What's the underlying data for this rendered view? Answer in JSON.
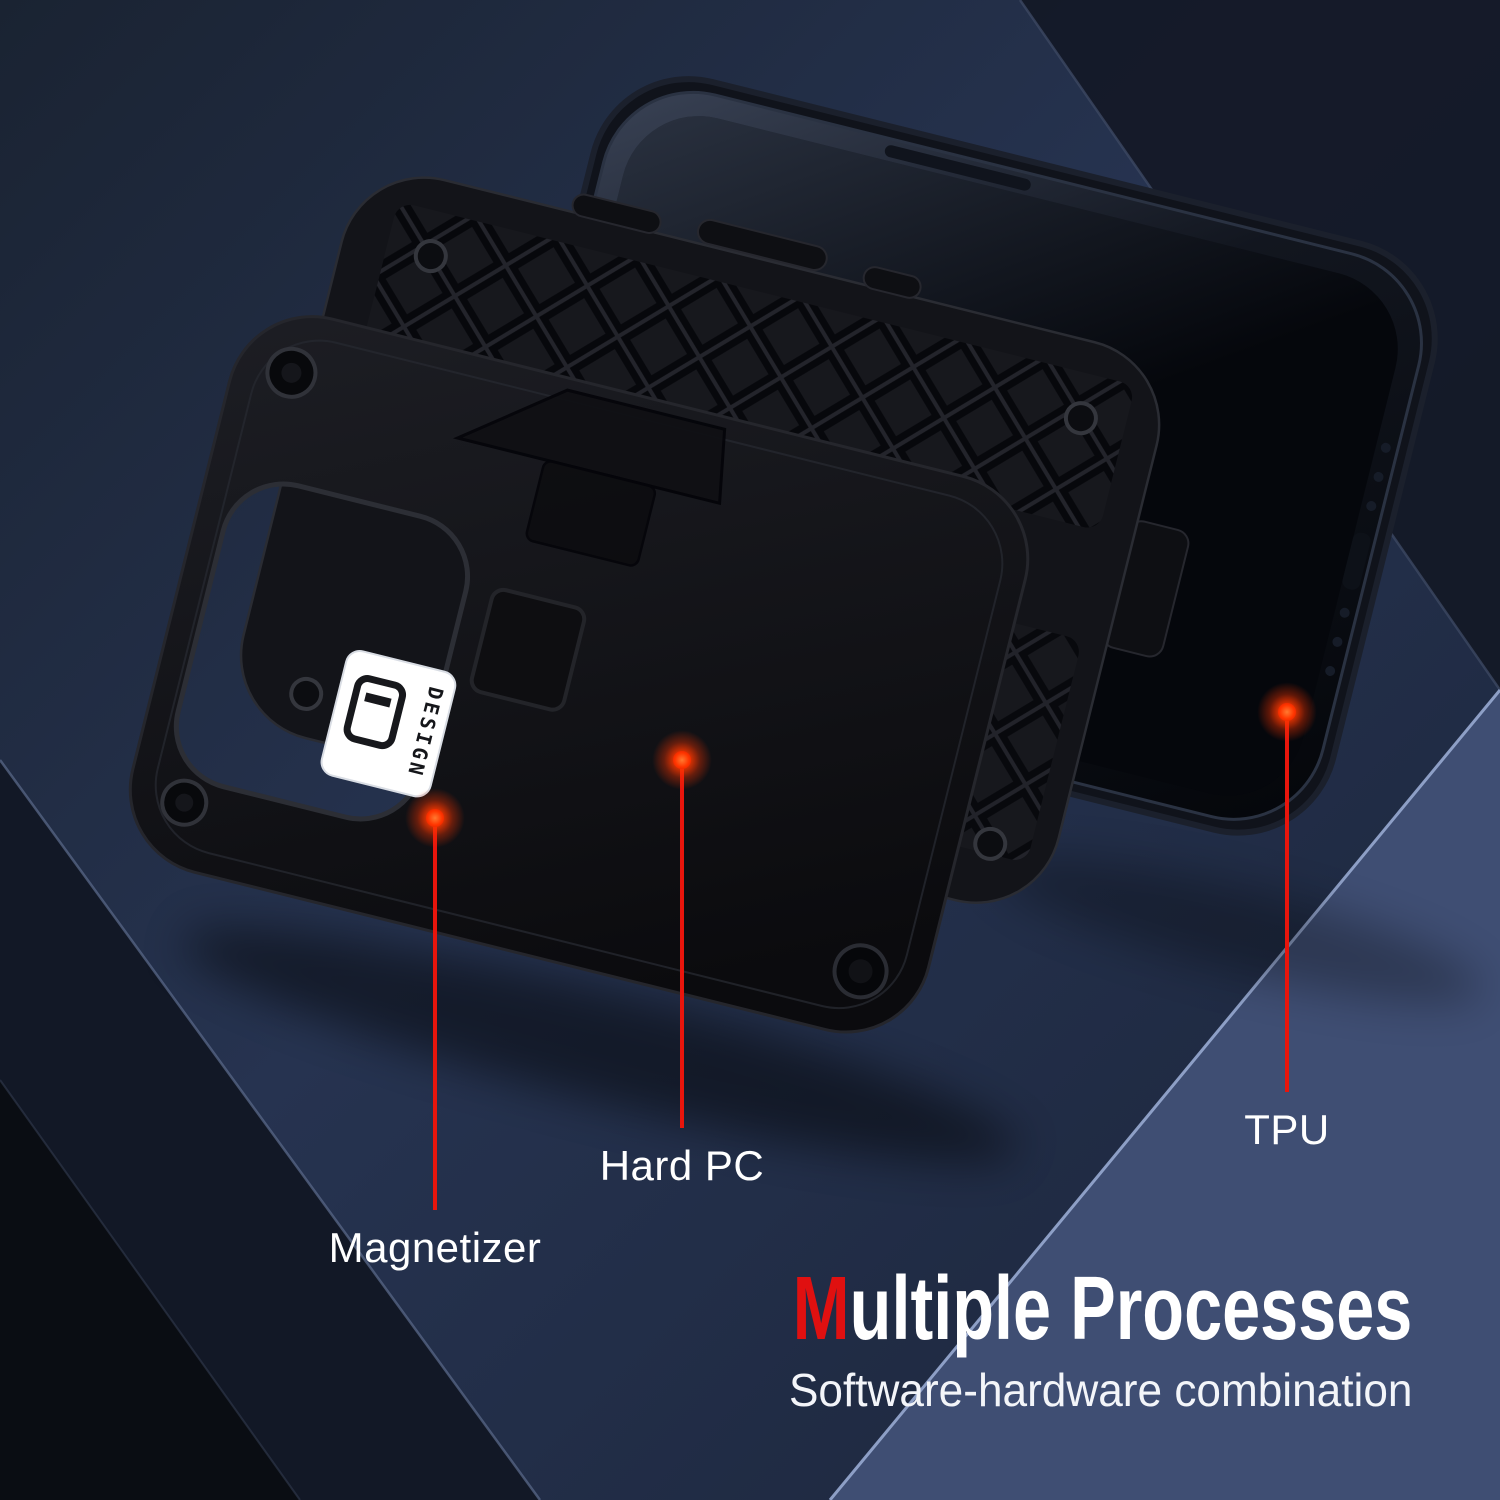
{
  "callouts": {
    "magnetizer": {
      "label": "Magnetizer",
      "icon": "glow-marker-icon"
    },
    "hard_pc": {
      "label": "Hard PC",
      "icon": "glow-marker-icon"
    },
    "tpu": {
      "label": "TPU",
      "icon": "glow-marker-icon"
    }
  },
  "badge": {
    "text": "DESIGN",
    "icon": "case-logo-icon"
  },
  "heading": {
    "title_first_letter": "M",
    "title_rest": "ultiple Processes",
    "subtitle": "Software-hardware combination"
  },
  "colors": {
    "accent_red": "#e01010",
    "callout_line_red": "#e8150c",
    "marker_glow_orange": "#ff3c00",
    "surface_light_blue": "#3f4e73",
    "background_navy": "#24304b",
    "case_black": "#0d0e12",
    "text_white": "#ffffff"
  }
}
